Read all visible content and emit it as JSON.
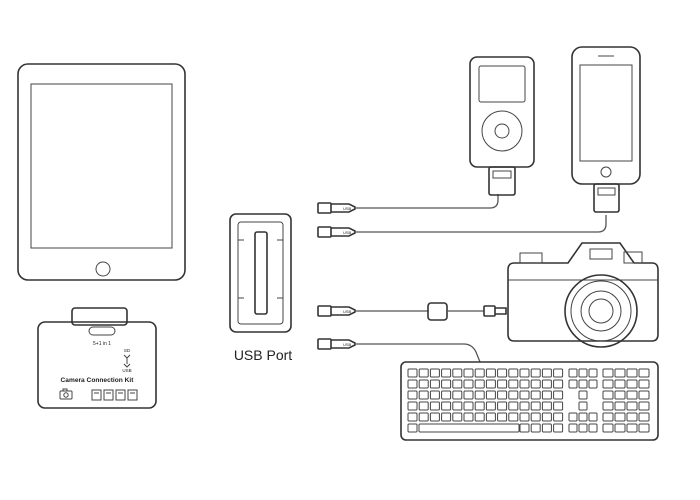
{
  "hub": {
    "top_label": "5+1 in 1",
    "side_label_sd": "SD",
    "side_label_usb": "USB",
    "name": "Camera Connection Kit"
  },
  "usb_port_label": "USB Port",
  "cable_logo": "USB"
}
